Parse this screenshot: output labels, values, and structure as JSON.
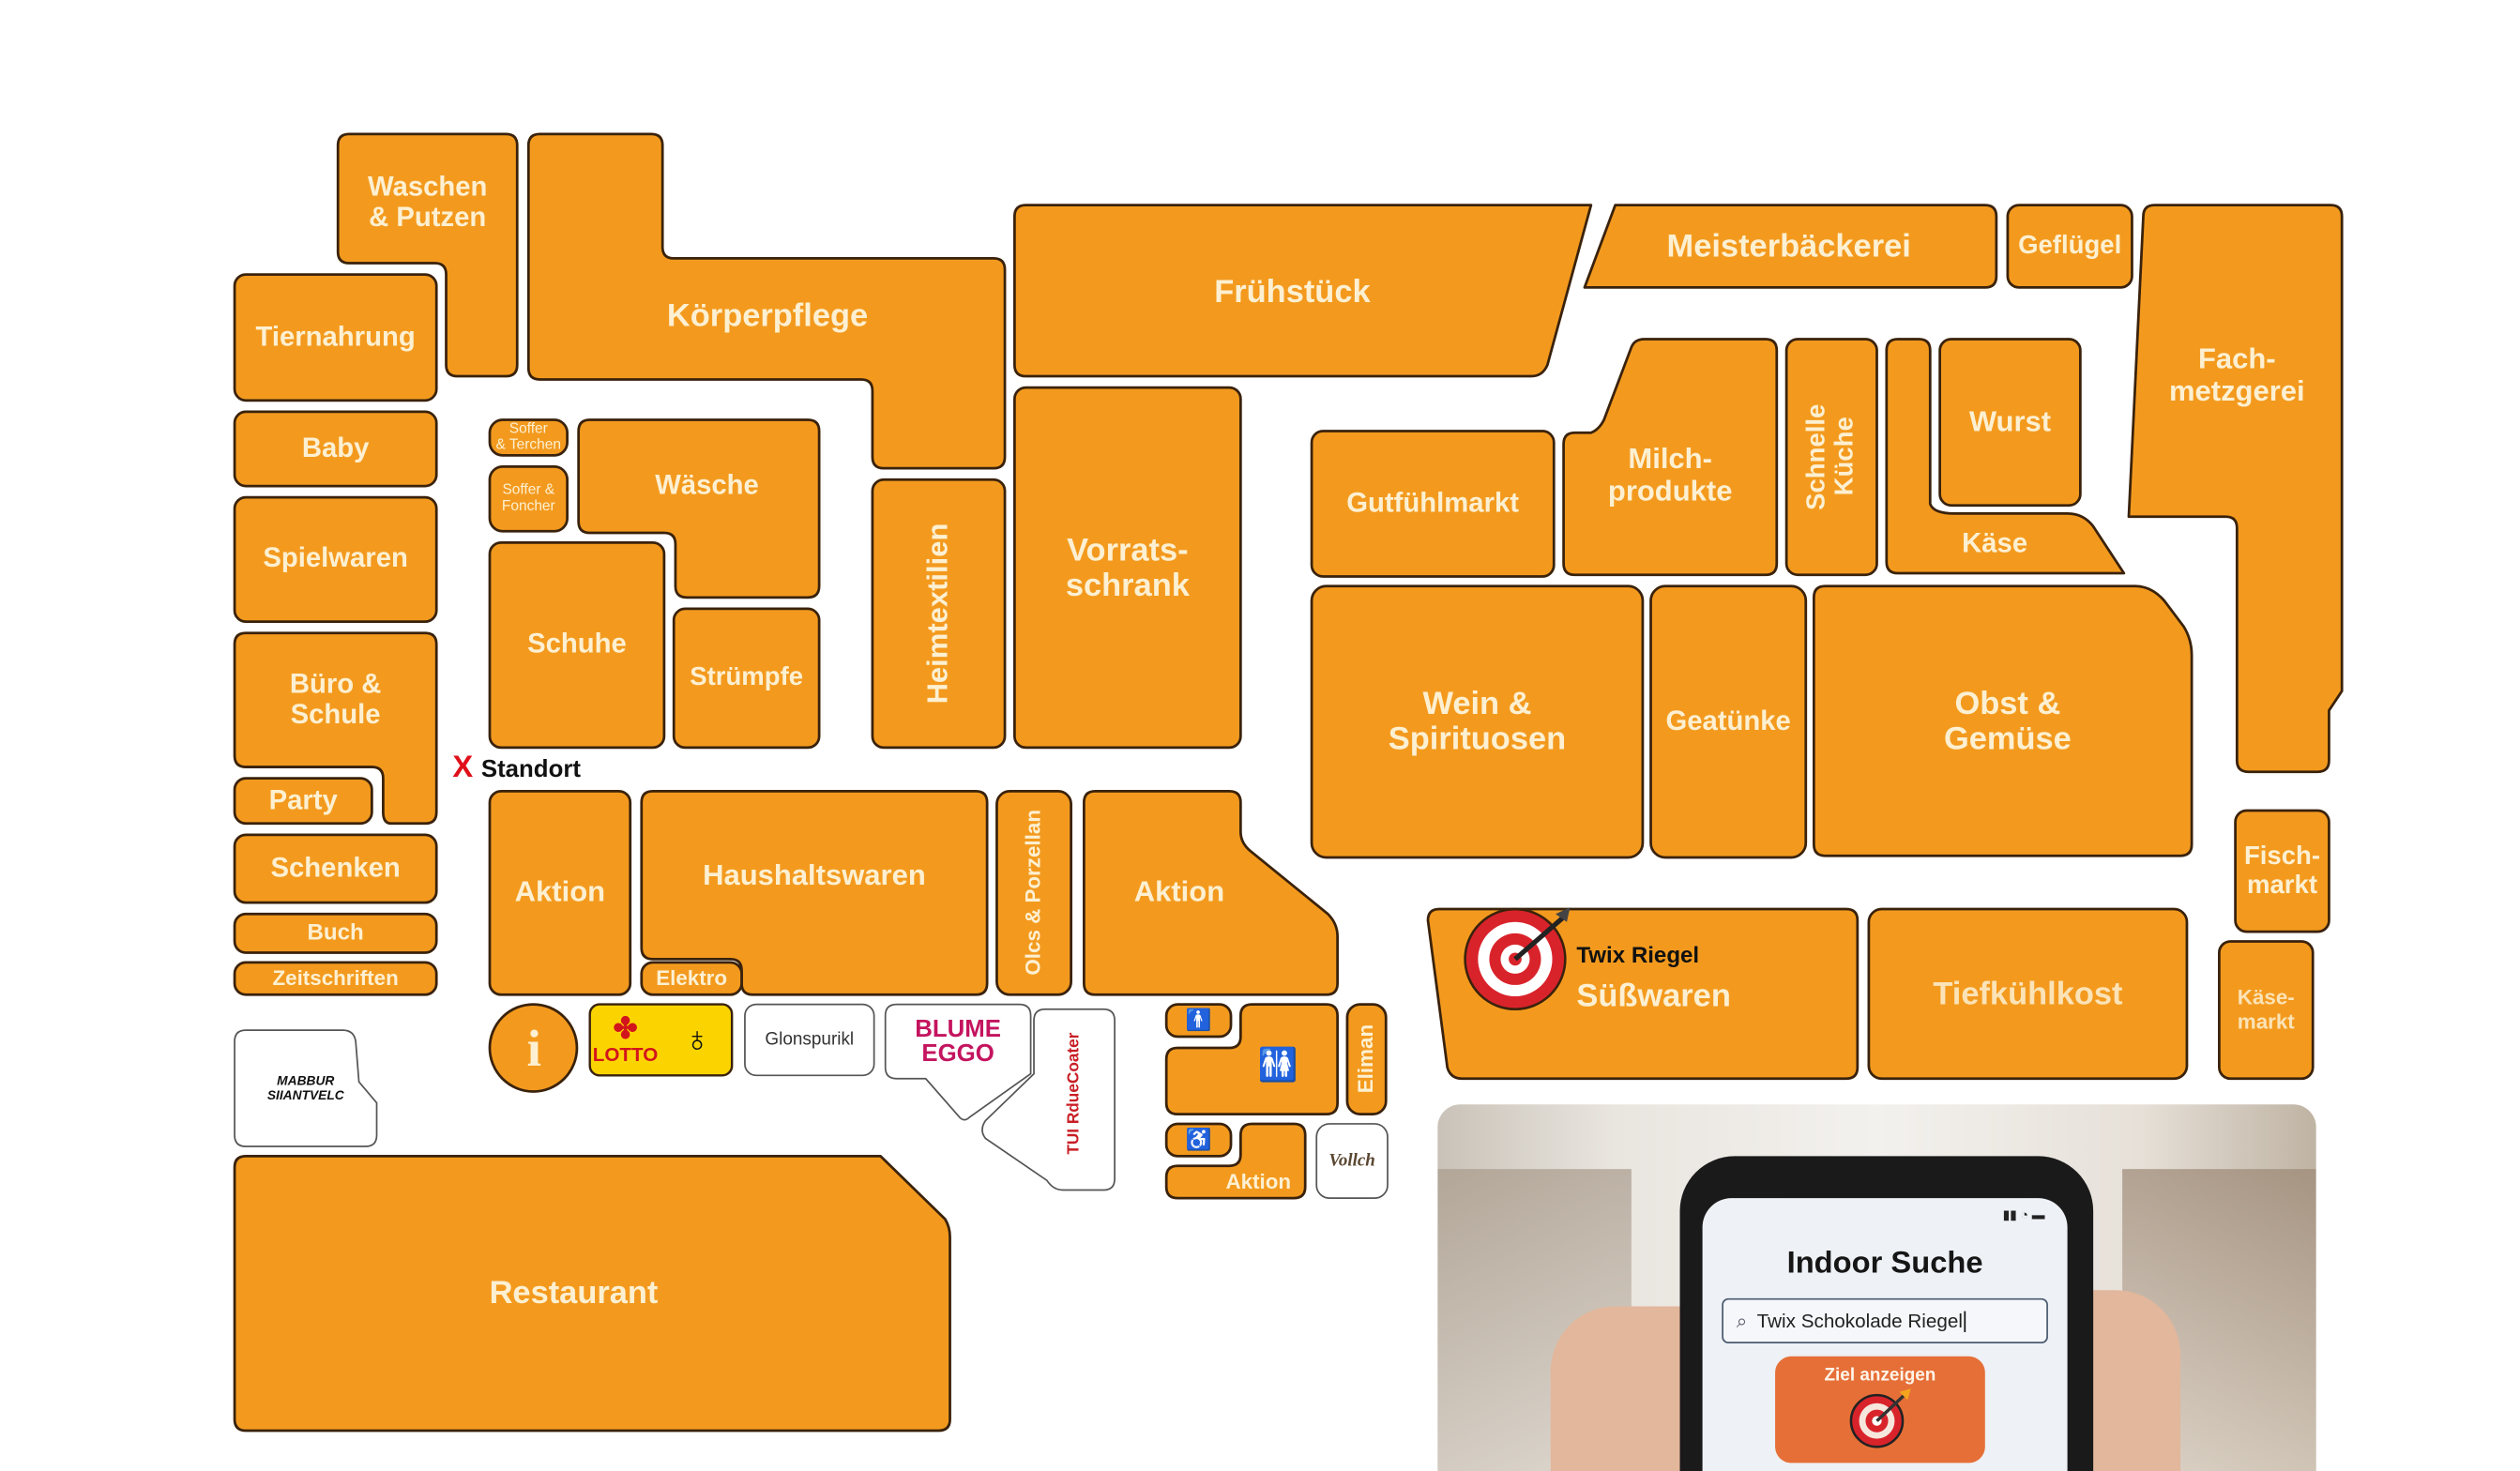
{
  "colors": {
    "department": "#f39a1e",
    "outline": "#3a220c",
    "label": "#fdf0d2",
    "marker": "#e0101a",
    "button": "#e66f38"
  },
  "map": {
    "departments": {
      "waschen_putzen": "Waschen\n& Putzen",
      "koerperpflege": "Körperpflege",
      "tiernahrung": "Tiernahrung",
      "baby": "Baby",
      "spielwaren": "Spielwaren",
      "buero_schule": "Büro &\nSchule",
      "party": "Party",
      "schenken": "Schenken",
      "buch": "Buch",
      "zeitschriften": "Zeitschriften",
      "soffer_terchen": "Soffer\n& Terchen",
      "soffer_foncher": "Soffer &\nFoncher",
      "waesche": "Wäsche",
      "schuhe": "Schuhe",
      "struempfe": "Strümpfe",
      "heimtextilien": "Heimtextilien",
      "vorratsschrank": "Vorrats-\nschrank",
      "fruehstueck": "Frühstück",
      "meisterbaeckerei": "Meisterbäckerei",
      "gefluegel": "Geflügel",
      "fachmetzgerei": "Fach-\nmetzgerei",
      "gutfuehlmarkt": "Gutfühlmarkt",
      "milchprodukte": "Milch-\nprodukte",
      "schnelle_kueche": "Schnelle\nKüche",
      "wurst": "Wurst",
      "kaese": "Käse",
      "wein": "Wein &\nSpirituosen",
      "getraenke": "Geatünke",
      "obst": "Obst &\nGemüse",
      "fischmarkt": "Fisch-\nmarkt",
      "suesswaren": "Süßwaren",
      "tiefkuehlkost": "Tiefkühlkost",
      "kaesemarkt": "Käse-\nmarkt",
      "aktion1": "Aktion",
      "haushaltswaren": "Haushaltswaren",
      "elektro": "Elektro",
      "porzellan": "Olcs & Porzellan",
      "aktion2": "Aktion",
      "eliman": "Eliman",
      "aktion3": "Aktion",
      "restaurant": "Restaurant"
    },
    "standort": {
      "marker": "X",
      "label": "Standort"
    },
    "target": {
      "label": "Twix Riegel",
      "icon": "target-icon"
    },
    "shops": {
      "info": "i",
      "lotto": "LOTTO",
      "glonspurikl": "Glonspurikl",
      "blume": "BLUME\nEGGO",
      "tui": "TUI RdueCoater",
      "marbur": "MABBUR\nSIIANTVELC",
      "vollch": "Vollch"
    }
  },
  "phone": {
    "title": "Indoor Suche",
    "search_value": "Twix Schokolade Riegel",
    "button_label": "Ziel anzeigen"
  }
}
